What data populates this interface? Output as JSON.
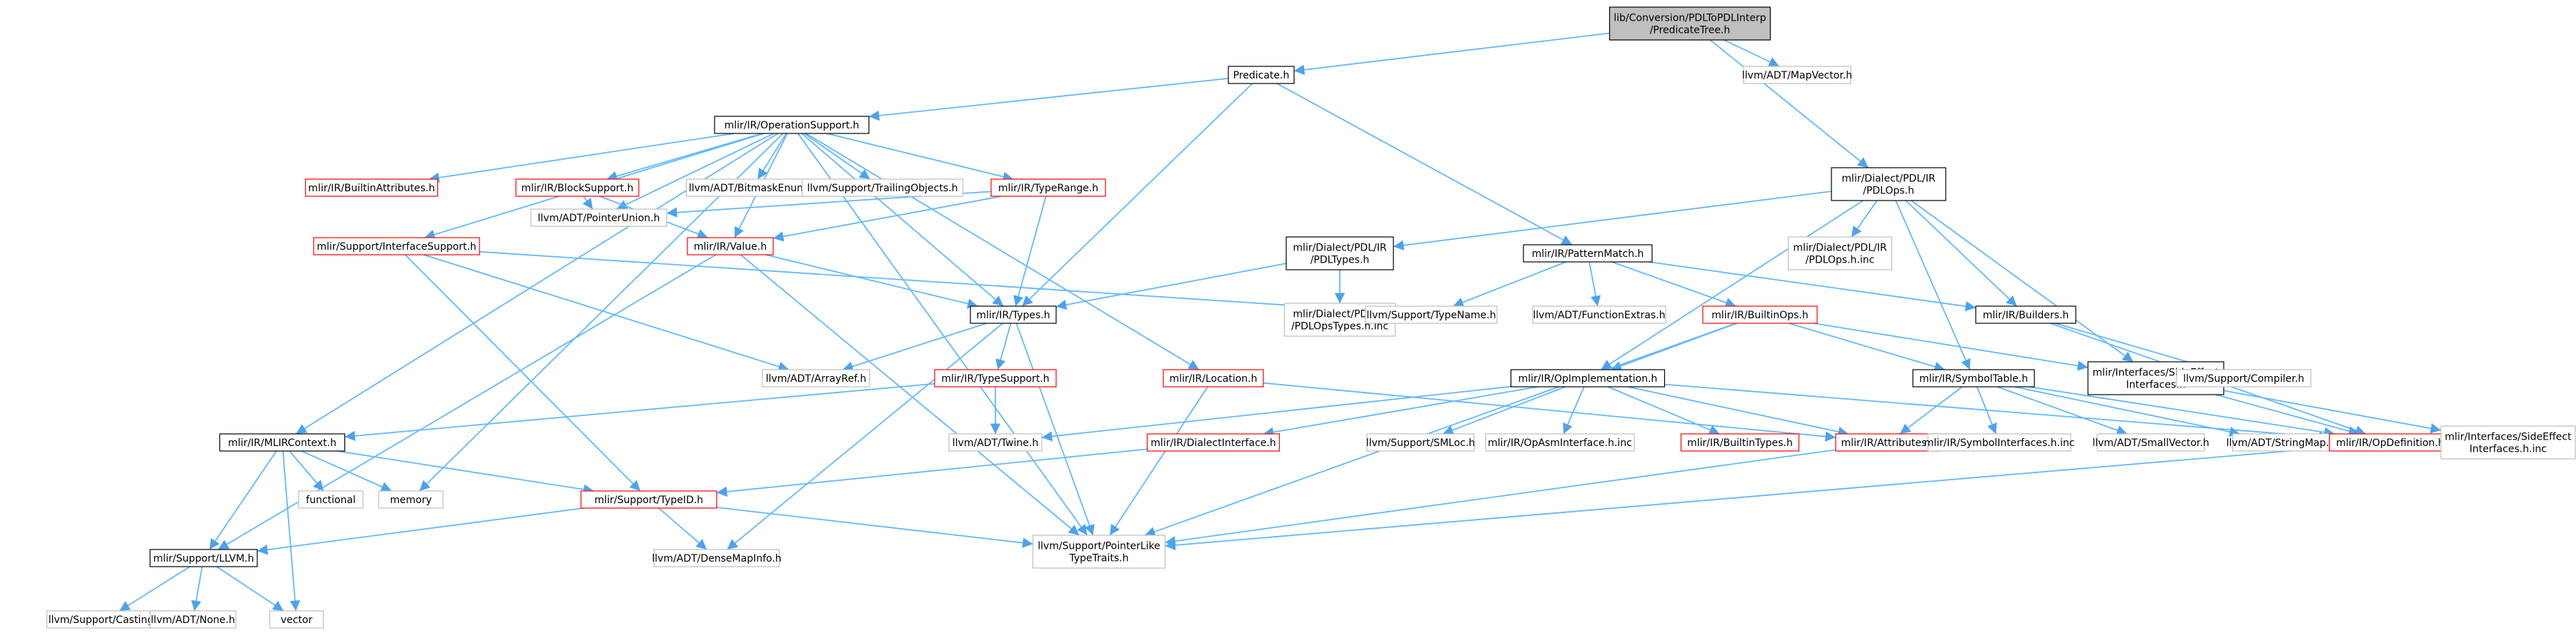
{
  "colors": {
    "edge": "#63b8ff",
    "arrow": "#4aa3f0",
    "box_black": "#000000",
    "box_red": "#ff0000",
    "box_gray": "#bfbfbf",
    "root_fill": "#bfbfbf"
  },
  "nodes": [
    {
      "id": "root",
      "lines": [
        "lib/Conversion/PDLToPDLInterp",
        "/PredicateTree.h"
      ],
      "style": "root"
    },
    {
      "id": "predicate",
      "lines": [
        "Predicate.h"
      ],
      "style": "black"
    },
    {
      "id": "mapvector",
      "lines": [
        "llvm/ADT/MapVector.h"
      ],
      "style": "gray"
    },
    {
      "id": "opsupport",
      "lines": [
        "mlir/IR/OperationSupport.h"
      ],
      "style": "black"
    },
    {
      "id": "pdlops",
      "lines": [
        "mlir/Dialect/PDL/IR",
        "/PDLOps.h"
      ],
      "style": "black"
    },
    {
      "id": "builtinattr",
      "lines": [
        "mlir/IR/BuiltinAttributes.h"
      ],
      "style": "red"
    },
    {
      "id": "blocksupport",
      "lines": [
        "mlir/IR/BlockSupport.h"
      ],
      "style": "red"
    },
    {
      "id": "bitmaskenum",
      "lines": [
        "llvm/ADT/BitmaskEnum.h"
      ],
      "style": "gray"
    },
    {
      "id": "trailingobj",
      "lines": [
        "llvm/Support/TrailingObjects.h"
      ],
      "style": "gray"
    },
    {
      "id": "typerange",
      "lines": [
        "mlir/IR/TypeRange.h"
      ],
      "style": "red"
    },
    {
      "id": "pointerunion",
      "lines": [
        "llvm/ADT/PointerUnion.h"
      ],
      "style": "gray"
    },
    {
      "id": "ifacesupport",
      "lines": [
        "mlir/Support/InterfaceSupport.h"
      ],
      "style": "red"
    },
    {
      "id": "value",
      "lines": [
        "mlir/IR/Value.h"
      ],
      "style": "red"
    },
    {
      "id": "pdltypes",
      "lines": [
        "mlir/Dialect/PDL/IR",
        "/PDLTypes.h"
      ],
      "style": "black"
    },
    {
      "id": "patternmatch",
      "lines": [
        "mlir/IR/PatternMatch.h"
      ],
      "style": "black"
    },
    {
      "id": "pdlopsinc",
      "lines": [
        "mlir/Dialect/PDL/IR",
        "/PDLOps.h.inc"
      ],
      "style": "gray"
    },
    {
      "id": "types",
      "lines": [
        "mlir/IR/Types.h"
      ],
      "style": "black"
    },
    {
      "id": "pdlopstypesinc",
      "lines": [
        "mlir/Dialect/PDL/IR",
        "/PDLOpsTypes.h.inc"
      ],
      "style": "gray"
    },
    {
      "id": "typename",
      "lines": [
        "llvm/Support/TypeName.h"
      ],
      "style": "gray"
    },
    {
      "id": "functionextras",
      "lines": [
        "llvm/ADT/FunctionExtras.h"
      ],
      "style": "gray"
    },
    {
      "id": "builtinops",
      "lines": [
        "mlir/IR/BuiltinOps.h"
      ],
      "style": "red"
    },
    {
      "id": "builders",
      "lines": [
        "mlir/IR/Builders.h"
      ],
      "style": "black"
    },
    {
      "id": "arrayref",
      "lines": [
        "llvm/ADT/ArrayRef.h"
      ],
      "style": "gray"
    },
    {
      "id": "typesupport",
      "lines": [
        "mlir/IR/TypeSupport.h"
      ],
      "style": "red"
    },
    {
      "id": "location",
      "lines": [
        "mlir/IR/Location.h"
      ],
      "style": "red"
    },
    {
      "id": "opimpl",
      "lines": [
        "mlir/IR/OpImplementation.h"
      ],
      "style": "black"
    },
    {
      "id": "symboltable",
      "lines": [
        "mlir/IR/SymbolTable.h"
      ],
      "style": "black"
    },
    {
      "id": "sideeffect",
      "lines": [
        "mlir/Interfaces/SideEffect",
        "Interfaces.h"
      ],
      "style": "black"
    },
    {
      "id": "compiler",
      "lines": [
        "llvm/Support/Compiler.h"
      ],
      "style": "gray"
    },
    {
      "id": "mlircontext",
      "lines": [
        "mlir/IR/MLIRContext.h"
      ],
      "style": "black"
    },
    {
      "id": "twine",
      "lines": [
        "llvm/ADT/Twine.h"
      ],
      "style": "gray"
    },
    {
      "id": "dialectiface",
      "lines": [
        "mlir/IR/DialectInterface.h"
      ],
      "style": "red"
    },
    {
      "id": "smloc",
      "lines": [
        "llvm/Support/SMLoc.h"
      ],
      "style": "gray"
    },
    {
      "id": "opasminc",
      "lines": [
        "mlir/IR/OpAsmInterface.h.inc"
      ],
      "style": "gray"
    },
    {
      "id": "builtintypes",
      "lines": [
        "mlir/IR/BuiltinTypes.h"
      ],
      "style": "red"
    },
    {
      "id": "attributes",
      "lines": [
        "mlir/IR/Attributes.h"
      ],
      "style": "red"
    },
    {
      "id": "symifaceinc",
      "lines": [
        "mlir/IR/SymbolInterfaces.h.inc"
      ],
      "style": "gray"
    },
    {
      "id": "smallvector",
      "lines": [
        "llvm/ADT/SmallVector.h"
      ],
      "style": "gray"
    },
    {
      "id": "stringmap",
      "lines": [
        "llvm/ADT/StringMap.h"
      ],
      "style": "gray"
    },
    {
      "id": "opdefinition",
      "lines": [
        "mlir/IR/OpDefinition.h"
      ],
      "style": "red"
    },
    {
      "id": "sideeffectinc",
      "lines": [
        "mlir/Interfaces/SideEffect",
        "Interfaces.h.inc"
      ],
      "style": "gray"
    },
    {
      "id": "functional",
      "lines": [
        "functional"
      ],
      "style": "gray"
    },
    {
      "id": "memory",
      "lines": [
        "memory"
      ],
      "style": "gray"
    },
    {
      "id": "typeid",
      "lines": [
        "mlir/Support/TypeID.h"
      ],
      "style": "red"
    },
    {
      "id": "densemapinfo",
      "lines": [
        "llvm/ADT/DenseMapInfo.h"
      ],
      "style": "gray"
    },
    {
      "id": "pointerlike",
      "lines": [
        "llvm/Support/PointerLike",
        "TypeTraits.h"
      ],
      "style": "gray"
    },
    {
      "id": "llvmh",
      "lines": [
        "mlir/Support/LLVM.h"
      ],
      "style": "black"
    },
    {
      "id": "casting",
      "lines": [
        "llvm/Support/Casting.h"
      ],
      "style": "gray"
    },
    {
      "id": "none",
      "lines": [
        "llvm/ADT/None.h"
      ],
      "style": "gray"
    },
    {
      "id": "vector",
      "lines": [
        "vector"
      ],
      "style": "gray"
    }
  ],
  "edges": [
    [
      "root",
      "predicate"
    ],
    [
      "root",
      "mapvector"
    ],
    [
      "root",
      "pdlops"
    ],
    [
      "predicate",
      "opsupport"
    ],
    [
      "predicate",
      "patternmatch"
    ],
    [
      "predicate",
      "types"
    ],
    [
      "opsupport",
      "builtinattr"
    ],
    [
      "opsupport",
      "blocksupport"
    ],
    [
      "opsupport",
      "bitmaskenum"
    ],
    [
      "opsupport",
      "trailingobj"
    ],
    [
      "opsupport",
      "typerange"
    ],
    [
      "opsupport",
      "pointerunion"
    ],
    [
      "opsupport",
      "ifacesupport"
    ],
    [
      "opsupport",
      "value"
    ],
    [
      "opsupport",
      "types"
    ],
    [
      "opsupport",
      "location"
    ],
    [
      "opsupport",
      "mlircontext"
    ],
    [
      "opsupport",
      "memory"
    ],
    [
      "opsupport",
      "pointerlike"
    ],
    [
      "blocksupport",
      "pointerunion"
    ],
    [
      "blocksupport",
      "value"
    ],
    [
      "typerange",
      "pointerunion"
    ],
    [
      "typerange",
      "value"
    ],
    [
      "typerange",
      "types"
    ],
    [
      "value",
      "types"
    ],
    [
      "value",
      "llvmh"
    ],
    [
      "value",
      "pointerlike"
    ],
    [
      "ifacesupport",
      "typeid"
    ],
    [
      "ifacesupport",
      "arrayref"
    ],
    [
      "ifacesupport",
      "typename"
    ],
    [
      "pdlops",
      "pdltypes"
    ],
    [
      "pdlops",
      "pdlopsinc"
    ],
    [
      "pdlops",
      "builders"
    ],
    [
      "pdlops",
      "opimpl"
    ],
    [
      "pdlops",
      "symboltable"
    ],
    [
      "pdlops",
      "sideeffect"
    ],
    [
      "pdltypes",
      "types"
    ],
    [
      "pdltypes",
      "pdlopstypesinc"
    ],
    [
      "patternmatch",
      "typename"
    ],
    [
      "patternmatch",
      "functionextras"
    ],
    [
      "patternmatch",
      "builtinops"
    ],
    [
      "patternmatch",
      "builders"
    ],
    [
      "types",
      "arrayref"
    ],
    [
      "types",
      "typesupport"
    ],
    [
      "types",
      "densemapinfo"
    ],
    [
      "types",
      "pointerlike"
    ],
    [
      "typesupport",
      "mlircontext"
    ],
    [
      "typesupport",
      "twine"
    ],
    [
      "location",
      "attributes"
    ],
    [
      "location",
      "pointerlike"
    ],
    [
      "builtinops",
      "opimpl"
    ],
    [
      "builtinops",
      "symboltable"
    ],
    [
      "builtinops",
      "sideeffect"
    ],
    [
      "builtinops",
      "pointerlike"
    ],
    [
      "builders",
      "compiler"
    ],
    [
      "builders",
      "opdefinition"
    ],
    [
      "opimpl",
      "twine"
    ],
    [
      "opimpl",
      "dialectiface"
    ],
    [
      "opimpl",
      "smloc"
    ],
    [
      "opimpl",
      "opasminc"
    ],
    [
      "opimpl",
      "builtintypes"
    ],
    [
      "opimpl",
      "attributes"
    ],
    [
      "opimpl",
      "opdefinition"
    ],
    [
      "symboltable",
      "attributes"
    ],
    [
      "symboltable",
      "symifaceinc"
    ],
    [
      "symboltable",
      "smallvector"
    ],
    [
      "symboltable",
      "stringmap"
    ],
    [
      "symboltable",
      "opdefinition"
    ],
    [
      "sideeffect",
      "opdefinition"
    ],
    [
      "sideeffect",
      "sideeffectinc"
    ],
    [
      "mlircontext",
      "functional"
    ],
    [
      "mlircontext",
      "memory"
    ],
    [
      "mlircontext",
      "vector"
    ],
    [
      "mlircontext",
      "typeid"
    ],
    [
      "mlircontext",
      "llvmh"
    ],
    [
      "dialectiface",
      "typeid"
    ],
    [
      "attributes",
      "pointerlike"
    ],
    [
      "opdefinition",
      "pointerlike"
    ],
    [
      "typeid",
      "llvmh"
    ],
    [
      "typeid",
      "densemapinfo"
    ],
    [
      "typeid",
      "pointerlike"
    ],
    [
      "llvmh",
      "casting"
    ],
    [
      "llvmh",
      "none"
    ],
    [
      "llvmh",
      "vector"
    ]
  ]
}
